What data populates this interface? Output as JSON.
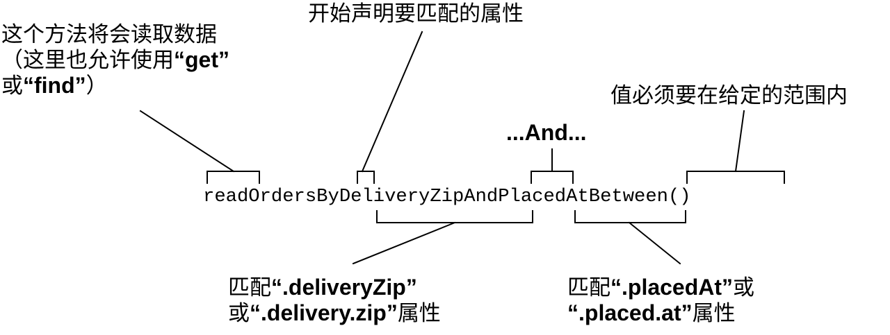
{
  "method_name": {
    "read": "read",
    "orders": "Orders",
    "by": "By",
    "delivery_zip": "DeliveryZip",
    "and": "And",
    "placed_at": "PlacedAt",
    "between": "Between",
    "parens": "()"
  },
  "and_label": "...And...",
  "annotations": {
    "read_verb": {
      "line1": "这个方法将会读取数据",
      "line2_pre": "（这里也允许使用",
      "line2_bold": "“get”",
      "line3_pre": "或",
      "line3_bold": "“find”",
      "line3_post": "）"
    },
    "by_start": {
      "text": "开始声明要匹配的属性"
    },
    "between": {
      "text": "值必须要在给定的范围内"
    },
    "delivery_zip": {
      "line1_pre": "匹配",
      "line1_bold": "“.deliveryZip”",
      "line2_pre": "或",
      "line2_bold": "“.delivery.zip”",
      "line2_post": "属性"
    },
    "placed_at": {
      "line1_pre": "匹配",
      "line1_bold": "“.placedAt”",
      "line1_post": "或",
      "line2_bold": "“.placed.at”",
      "line2_post": "属性"
    }
  }
}
